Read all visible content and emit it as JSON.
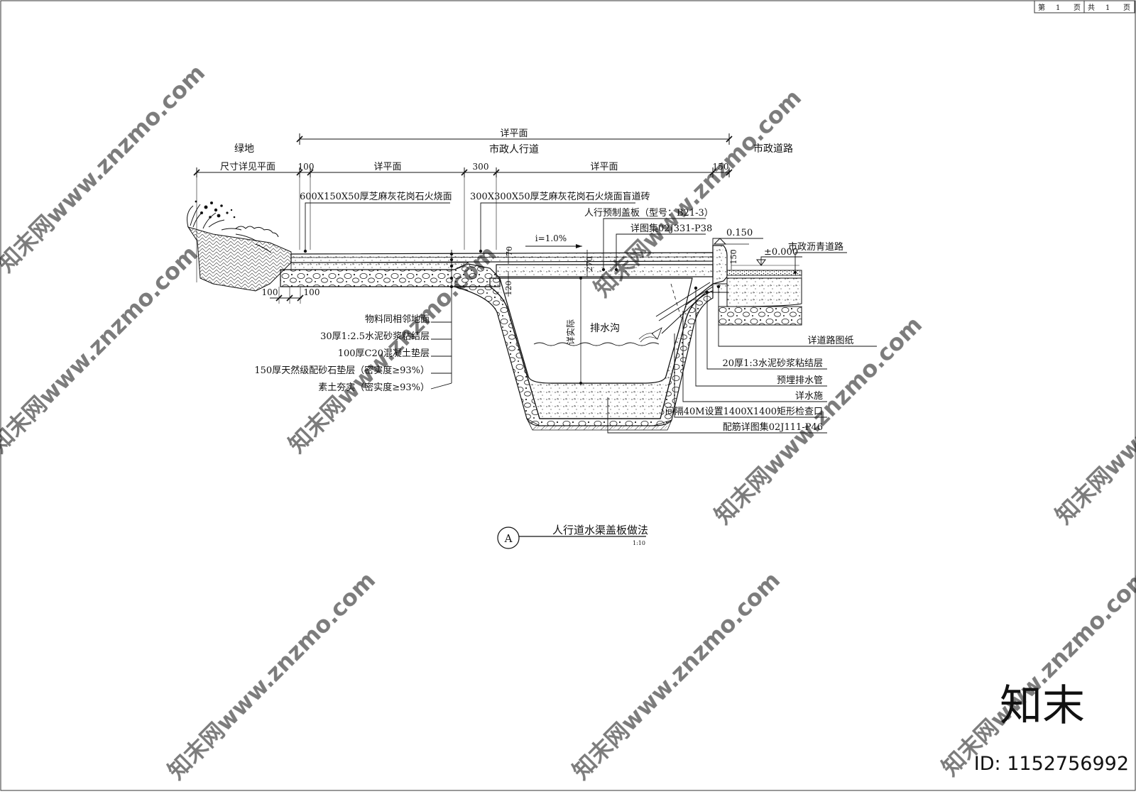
{
  "page_box": {
    "page_label_1": "第",
    "page_no": "1",
    "page_label_2": "页",
    "total_label": "共",
    "total_no": "1",
    "total_label_2": "页"
  },
  "zones": {
    "green": "绿地",
    "sidewalk": "市政人行道",
    "road": "市政道路"
  },
  "dimensions": {
    "top_overall": "详平面",
    "dim_100": "100",
    "seg_1": "详平面",
    "dim_300": "300",
    "seg_2": "详平面",
    "dim_150": "150",
    "green_size": "尺寸详见平面",
    "dim_70": "70",
    "dim_270": "270",
    "dim_120": "120",
    "curb_150": "150",
    "bottom_100a": "100",
    "bottom_100b": "100",
    "depth": "详实际"
  },
  "labels": {
    "granite_curb": "600X150X50厚芝麻灰花岗石火烧面",
    "blind_brick": "300X300X50厚芝麻灰花岗石火烧面盲道砖",
    "precast_cover": "人行预制盖板（型号：B21-3）",
    "atlas_ref": "详图集02J331-P38",
    "elev_high": "0.150",
    "elev_zero": "±0.000",
    "asphalt": "市政沥青道路",
    "slope": "i=1.0%",
    "ditch": "排水沟",
    "road_drawing": "详道路图纸",
    "mortar_20": "20厚1:3水泥砂浆粘结层",
    "pipe": "预埋排水管",
    "drain": "详水施",
    "inspection": "间隔40M设置1400X1400矩形检查口",
    "rebar": "配筋详图集02J111-P46"
  },
  "layers": [
    "物料同相邻地面",
    "30厚1:2.5水泥砂浆粘结层",
    "100厚C20混凝土垫层",
    "150厚天然级配砂石垫层（密实度≥93%）",
    "素土夯实（密实度≥93%）"
  ],
  "title_block": {
    "marker": "A",
    "title": "人行道水渠盖板做法",
    "scale": "1:10"
  },
  "watermark": {
    "brand": "知末",
    "site": "知末网www.znzmo.com",
    "id": "ID: 1152756992"
  }
}
